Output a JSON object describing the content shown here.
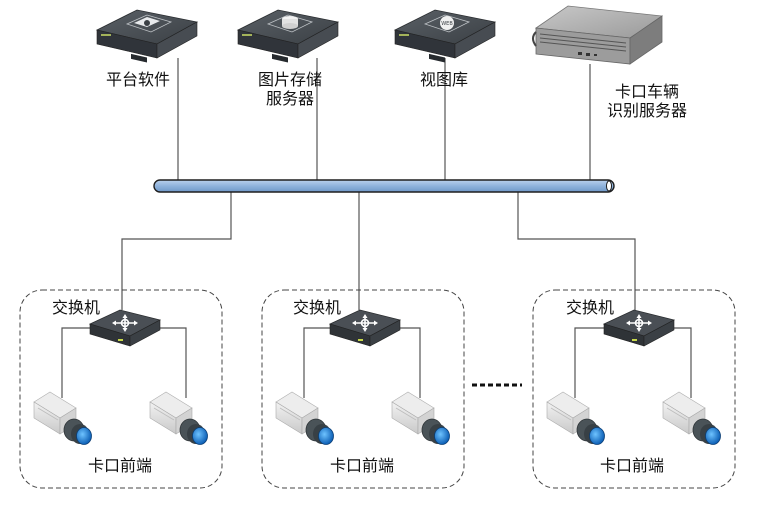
{
  "diagram": {
    "title": "",
    "servers": [
      {
        "id": "platform",
        "label_lines": [
          "平台软件"
        ],
        "icon": "platform-software-server-icon"
      },
      {
        "id": "image-storage",
        "label_lines": [
          "图片存储",
          "服务器"
        ],
        "icon": "database-server-icon"
      },
      {
        "id": "view-library",
        "label_lines": [
          "视图库"
        ],
        "icon": "web-server-icon"
      },
      {
        "id": "vehicle-recognition",
        "label_lines": [
          "卡口车辆",
          "识别服务器"
        ],
        "icon": "rack-server-icon"
      }
    ],
    "bus": {
      "name": "network-backbone",
      "color": "#8fb3dc"
    },
    "groups": [
      {
        "switch_label": "交换机",
        "front_label": "卡口前端",
        "cameras": 2
      },
      {
        "switch_label": "交换机",
        "front_label": "卡口前端",
        "cameras": 2
      },
      {
        "switch_label": "交换机",
        "front_label": "卡口前端",
        "cameras": 2
      }
    ],
    "ellipsis": "......",
    "colors": {
      "line": "#555555",
      "dashed_border": "#444444",
      "device_dark": "#3e4347",
      "camera_lens": "#1e88e5"
    }
  }
}
